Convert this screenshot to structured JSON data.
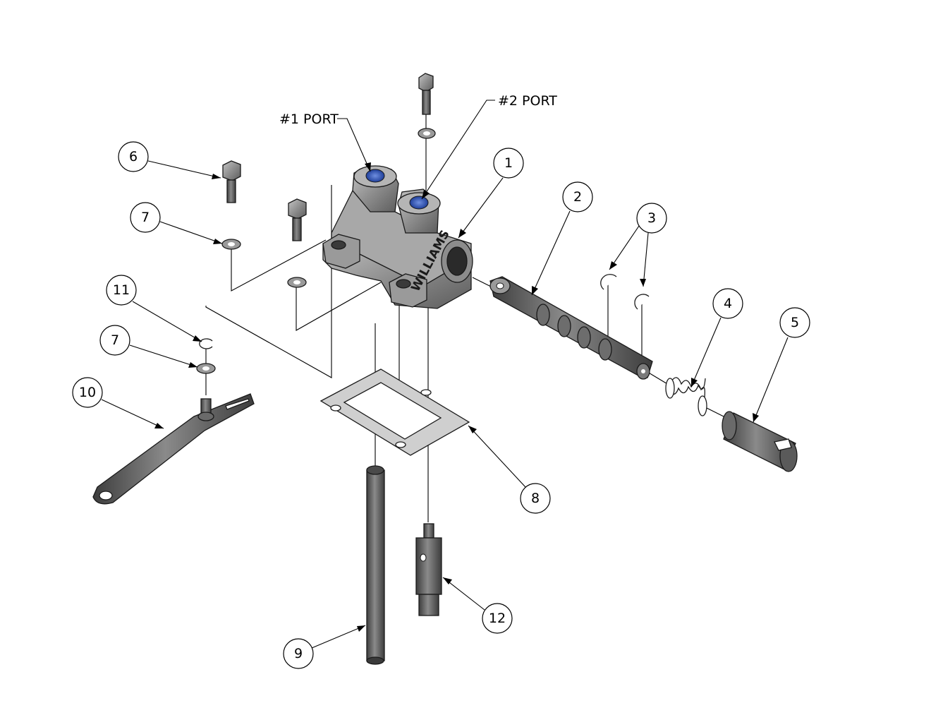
{
  "labels": {
    "port1": "#1 PORT",
    "port2": "#2 PORT",
    "logo": "WILLIAMS"
  },
  "balloons": [
    "1",
    "2",
    "3",
    "4",
    "5",
    "6",
    "7",
    "7",
    "8",
    "9",
    "10",
    "11",
    "12"
  ],
  "colors": {
    "line": "#000000",
    "part_metal": "#8e8e8e",
    "part_dark": "#5a5a5a",
    "port_plug": "#2f55b5"
  }
}
